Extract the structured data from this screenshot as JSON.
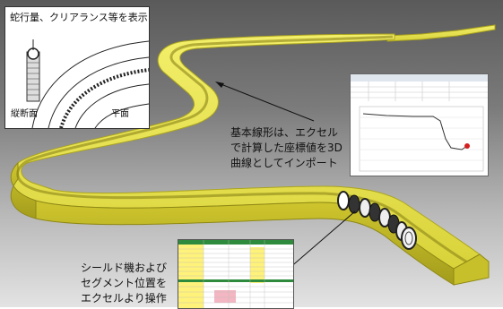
{
  "inset_clearance": {
    "title": "蛇行量、クリアランス等を表示",
    "label_vertical": "縦断面",
    "label_plan": "平面"
  },
  "callout_excel": {
    "lines": [
      "基本線形は、エクセル",
      "で計算した座標値を3D",
      "曲線としてインポート"
    ]
  },
  "callout_shield": {
    "lines": [
      "シールド機および",
      "セグメント位置を",
      "エクセルより操作"
    ]
  },
  "colors": {
    "tunnel_fill": "#e8e44a",
    "tunnel_edge": "#b8b21e",
    "spreadsheet_green": "#2e8b3d",
    "spreadsheet_yellow": "#fff27a"
  },
  "icons": [
    "shield-machine-icon",
    "segment-ring-icon",
    "chart-curve-icon"
  ]
}
